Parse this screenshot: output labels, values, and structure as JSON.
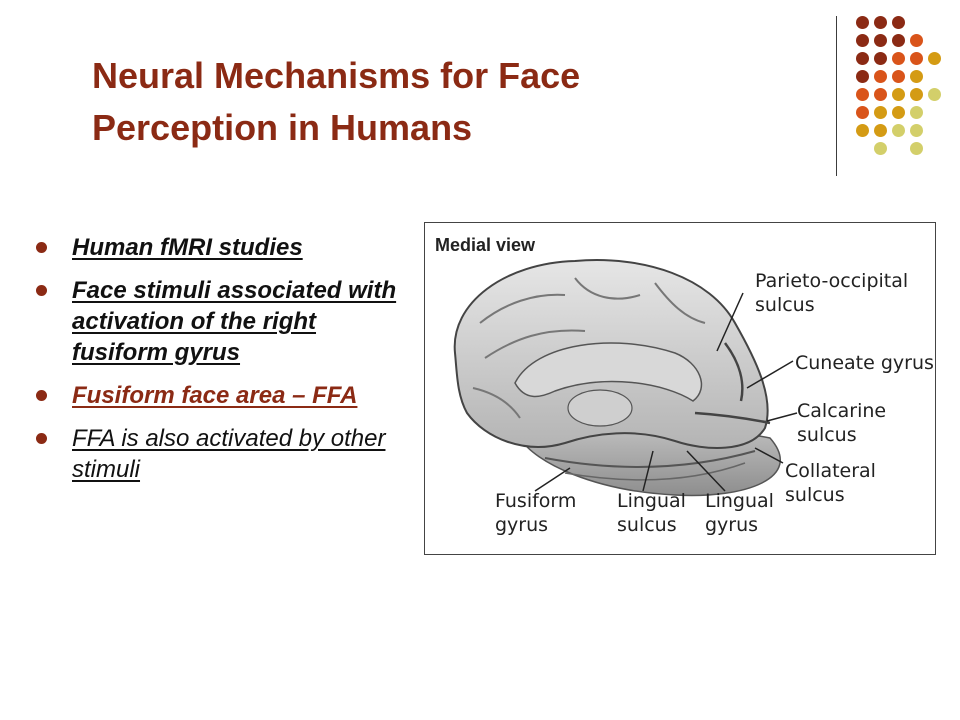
{
  "slide": {
    "title_line1": "Neural Mechanisms for Face",
    "title_line2": "Perception in Humans"
  },
  "bullets": [
    {
      "text": "Human fMRI studies"
    },
    {
      "text": "Face stimuli associated with activation of the right fusiform gyrus"
    },
    {
      "text": "Fusiform face area – FFA"
    },
    {
      "text": "FFA is also activated by other stimuli"
    }
  ],
  "figure": {
    "title": "Medial view",
    "labels": {
      "parieto_occipital": "Parieto-occipital sulcus",
      "cuneate": "Cuneate gyrus",
      "calcarine": "Calcarine sulcus",
      "collateral": "Collateral sulcus",
      "fusiform": "Fusiform gyrus",
      "lingual_sulcus": "Lingual sulcus",
      "lingual_gyrus": "Lingual gyrus"
    }
  },
  "colors": {
    "accent_dark": "#8b2a14",
    "accent_orange": "#d9541a",
    "accent_gold": "#d49b14",
    "accent_pale": "#d3cf6a"
  }
}
